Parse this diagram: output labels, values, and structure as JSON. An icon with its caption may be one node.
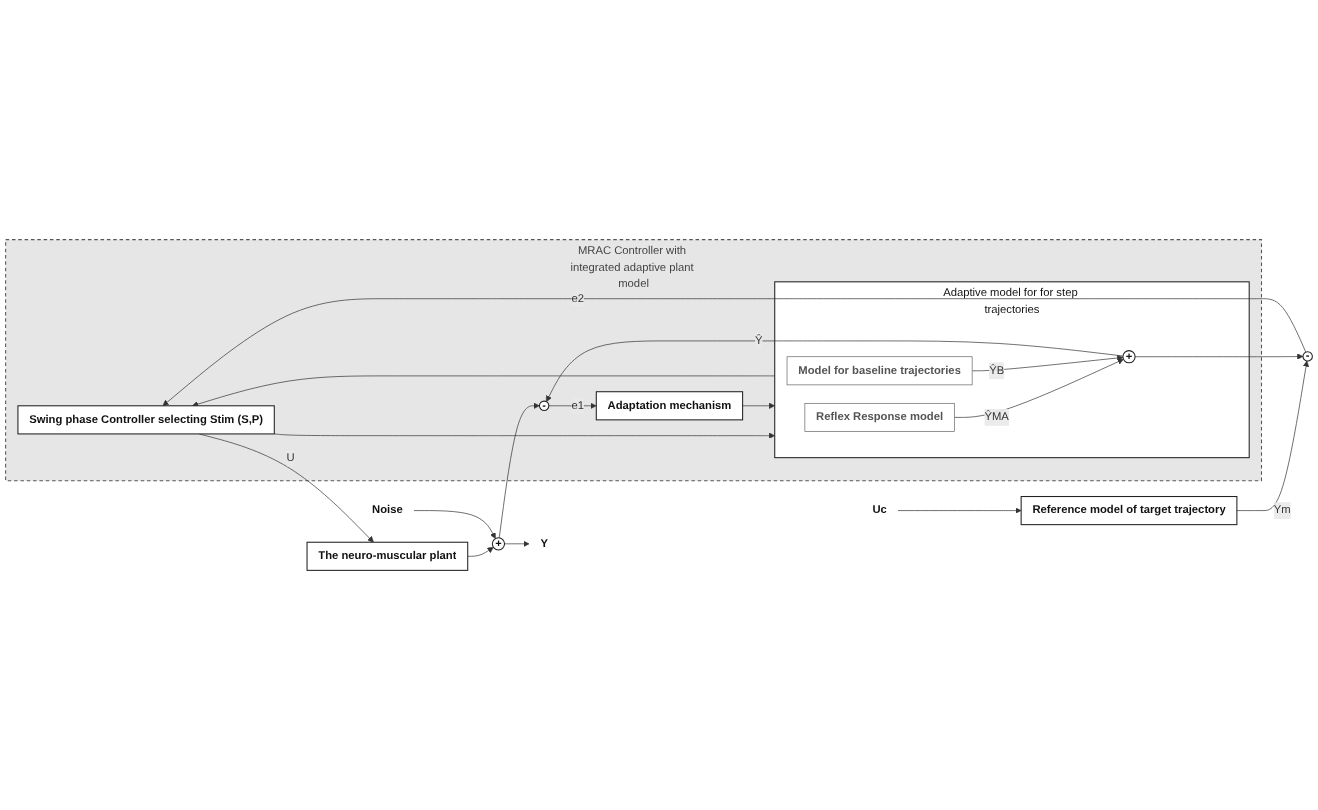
{
  "diagram": {
    "nodes": [
      {
        "text": [
          "MRAC Controller with integrated adaptive plant model"
        ]
      },
      {
        "text": [
          "Uc"
        ]
      },
      {
        "text": [
          "Reference model of target trajectory"
        ]
      },
      {
        "text": [
          "Swing phase Controller selecting Stim (S,P)"
        ],
        "in": 0
      },
      {
        "text": [
          "The neuro-muscular plant"
        ]
      },
      {
        "text": [
          "Noise"
        ]
      },
      {
        "text": [
          "+"
        ]
      },
      {
        "text": [
          "Y"
        ]
      },
      {
        "text": [
          "Adaptive model for for step trajectories"
        ],
        "in": 0
      },
      {
        "text": [
          "Reflex Response model"
        ],
        "in": 8
      },
      {
        "text": [
          "Model for baseline trajectories"
        ],
        "in": 8
      },
      {
        "text": [
          "+"
        ],
        "in": 8
      },
      {
        "text": [
          "-"
        ],
        "in": 0
      },
      {
        "text": [
          "Adaptation mechanism"
        ],
        "in": 0
      },
      {
        "text": [
          "-"
        ]
      }
    ],
    "edges": [
      {
        "from": 1,
        "to": 2,
        "arrow": "to"
      },
      {
        "from": 2,
        "to": 14,
        "arrow": "to",
        "label": "Ym"
      },
      {
        "from": 3,
        "to": 4,
        "arrow": "to",
        "label": "U"
      },
      {
        "from": 4,
        "to": 6,
        "arrow": "to"
      },
      {
        "from": 5,
        "to": 6,
        "arrow": "to"
      },
      {
        "from": 6,
        "to": 7,
        "arrow": "to"
      },
      {
        "from": 6,
        "to": 12,
        "arrow": "to"
      },
      {
        "from": 3,
        "to": 8,
        "arrow": "to"
      },
      {
        "from": 8,
        "to": 3,
        "arrow": "to"
      },
      {
        "from": 9,
        "to": 11,
        "arrow": "to",
        "label": "ŶMA"
      },
      {
        "from": 10,
        "to": 11,
        "arrow": "to",
        "label": "ŶB"
      },
      {
        "from": 11,
        "to": 12,
        "arrow": "to",
        "label": "Ŷ"
      },
      {
        "from": 11,
        "to": 14,
        "arrow": "to"
      },
      {
        "from": 12,
        "to": 13,
        "arrow": "to",
        "label": "e1"
      },
      {
        "from": 14,
        "to": 3,
        "arrow": "to",
        "label": "e2"
      },
      {
        "from": 13,
        "to": 8,
        "arrow": "to"
      }
    ]
  }
}
